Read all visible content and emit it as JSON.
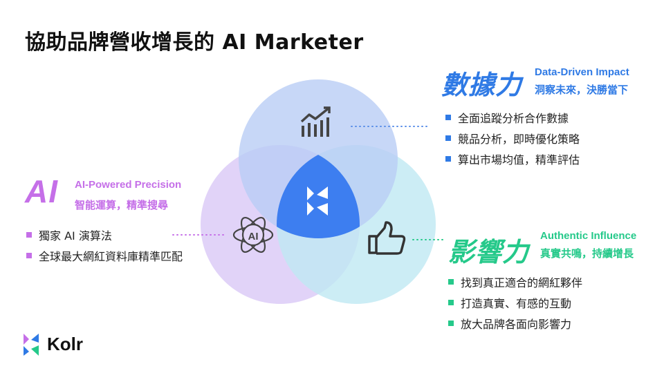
{
  "title": "協助品牌營收增長的 AI Marketer",
  "data_section": {
    "heading": "數據力",
    "en_label": "Data-Driven Impact",
    "zh_label": "洞察未來，決勝當下",
    "items": [
      "全面追蹤分析合作數據",
      "競品分析，即時優化策略",
      "算出市場均值，精準評估"
    ]
  },
  "ai_section": {
    "heading": "AI",
    "en_label": "AI-Powered Precision",
    "zh_label": "智能運算，精準搜尋",
    "items": [
      "獨家 AI 演算法",
      "全球最大網紅資料庫精準匹配"
    ]
  },
  "influence_section": {
    "heading": "影響力",
    "en_label": "Authentic Influence",
    "zh_label": "真實共鳴，持續增長",
    "items": [
      "找到真正適合的網紅夥伴",
      "打造真實、有感的互動",
      "放大品牌各面向影響力"
    ]
  },
  "center_icon_text": "AI",
  "logo": {
    "name": "Kolr"
  },
  "icons": [
    "chart-icon",
    "ai-atom-icon",
    "thumbs-up-icon",
    "kolr-center-logo",
    "kolr-logo-icon"
  ],
  "colors": {
    "blue": "#2f7ae5",
    "purple": "#c56fe8",
    "green": "#25c98a",
    "center": "#3d7ef0"
  }
}
